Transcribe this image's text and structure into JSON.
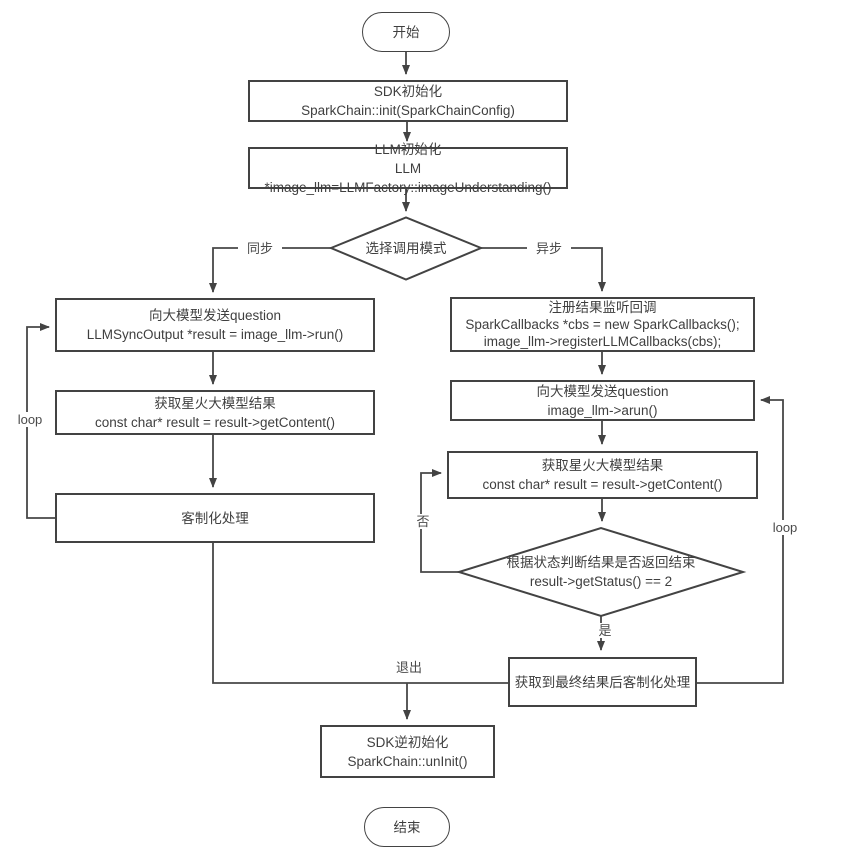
{
  "flowchart": {
    "nodes": {
      "start": {
        "label": "开始"
      },
      "sdk_init": {
        "line1": "SDK初始化",
        "line2": "SparkChain::init(SparkChainConfig)"
      },
      "llm_init": {
        "line1": "LLM初始化",
        "line2": "LLM *image_llm=LLMFactory::imageUnderstanding()"
      },
      "decision_mode": {
        "label": "选择调用模式"
      },
      "sync_send": {
        "line1": "向大模型发送question",
        "line2": "LLMSyncOutput *result = image_llm->run()"
      },
      "sync_get": {
        "line1": "获取星火大模型结果",
        "line2": "const char* result = result->getContent()"
      },
      "sync_custom": {
        "label": "客制化处理"
      },
      "async_register": {
        "line1": "注册结果监听回调",
        "line2": "SparkCallbacks *cbs = new SparkCallbacks();",
        "line3": "image_llm->registerLLMCallbacks(cbs);"
      },
      "async_send": {
        "line1": "向大模型发送question",
        "line2": "image_llm->arun()"
      },
      "async_get": {
        "line1": "获取星火大模型结果",
        "line2": "const char* result = result->getContent()"
      },
      "decision_status": {
        "line1": "根据状态判断结果是否返回结束",
        "line2": "result->getStatus() == 2"
      },
      "final_custom": {
        "label": "获取到最终结果后客制化处理"
      },
      "sdk_uninit": {
        "line1": "SDK逆初始化",
        "line2": "SparkChain::unInit()"
      },
      "end": {
        "label": "结束"
      }
    },
    "edge_labels": {
      "sync": "同步",
      "async": "异步",
      "loop_left": "loop",
      "loop_right": "loop",
      "no": "否",
      "yes": "是",
      "exit": "退出"
    },
    "colors": {
      "line": "#454545",
      "text": "#3f3f3f",
      "node_fill": "#ffffff",
      "background": "#ffffff"
    }
  }
}
